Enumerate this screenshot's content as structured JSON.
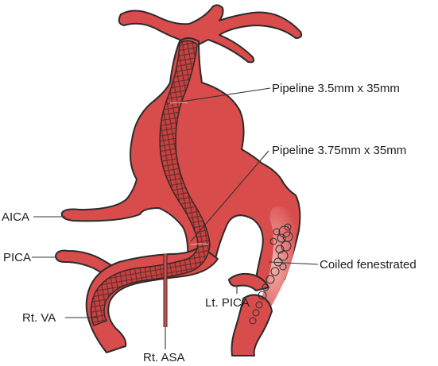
{
  "colors": {
    "vessel_fill": "#d84c4c",
    "vessel_light": "#f2aaa4",
    "outline": "#2b2b2b",
    "stent_mesh": "#5a3030",
    "coil": "#3a3a3a",
    "background": "#ffffff"
  },
  "labels": {
    "pipeline_upper": "Pipeline 3.5mm x 35mm",
    "pipeline_lower": "Pipeline 3.75mm x 35mm",
    "aica": "AICA",
    "pica": "PICA",
    "coiled": "Coiled fenestrated",
    "lt_pica": "Lt. PICA",
    "rt_va": "Rt. VA",
    "rt_asa": "Rt. ASA"
  }
}
